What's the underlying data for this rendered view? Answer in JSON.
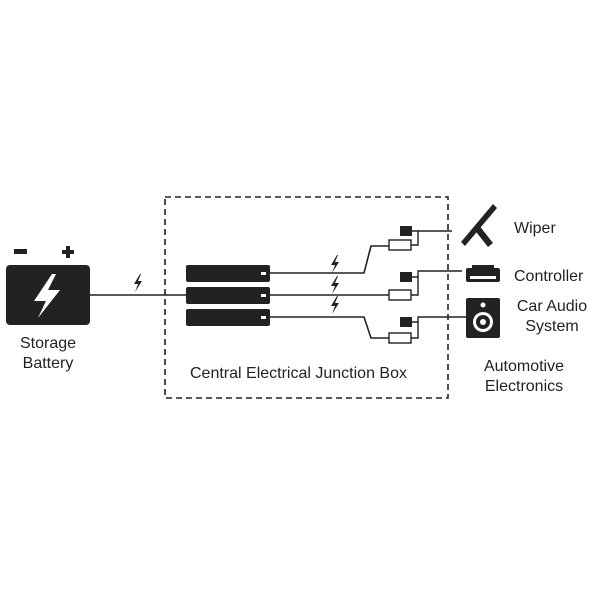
{
  "battery": {
    "label_line1": "Storage",
    "label_line2": "Battery",
    "minus_symbol": "−",
    "plus_symbol": "+"
  },
  "junction_box": {
    "label": "Central Electrical Junction Box"
  },
  "devices": [
    {
      "name": "Wiper",
      "icon": "wiper-icon"
    },
    {
      "name": "Controller",
      "icon": "controller-icon"
    },
    {
      "name_line1": "Car Audio",
      "name_line2": "System",
      "icon": "speaker-icon"
    }
  ],
  "group_label": {
    "line1": "Automotive",
    "line2": "Electronics"
  },
  "colors": {
    "ink": "#222222",
    "background": "#ffffff"
  }
}
